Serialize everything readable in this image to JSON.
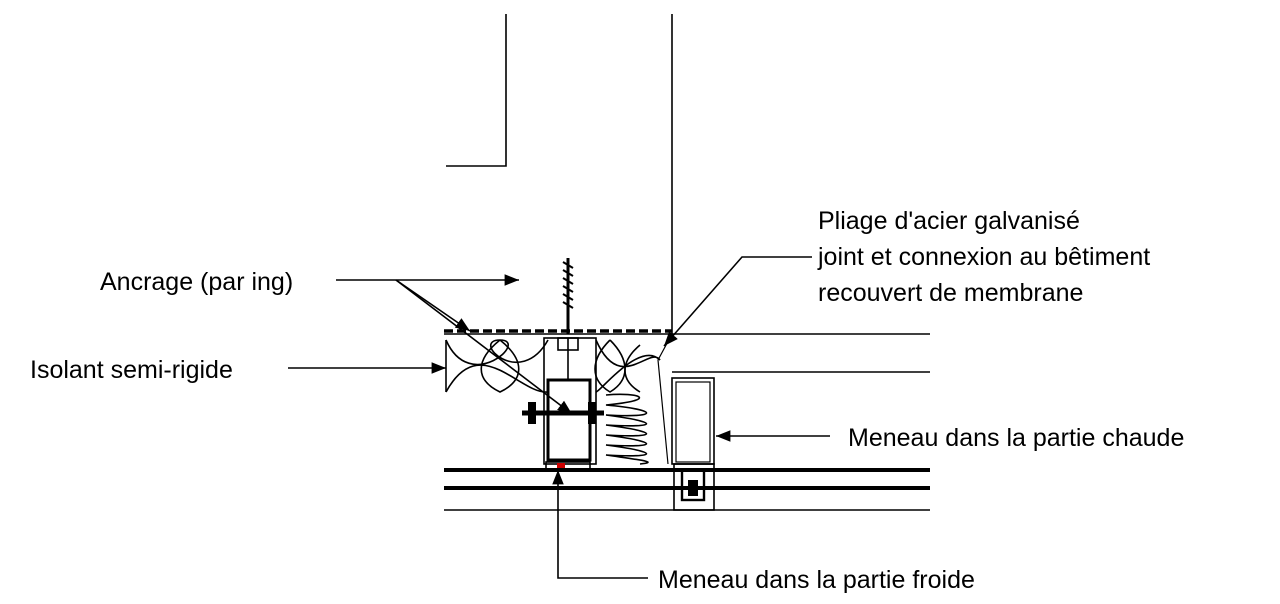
{
  "labels": {
    "anchor": "Ancrage (par ing)",
    "insulation": "Isolant semi-rigide",
    "flashing_line1": "Pliage d'acier galvanisé",
    "flashing_line2": "joint et connexion au bêtiment",
    "flashing_line3": "recouvert de membrane",
    "warm_mullion": "Meneau dans la partie chaude",
    "cold_mullion": "Meneau dans la partie froide"
  },
  "colors": {
    "line": "#000000",
    "seal_accent": "#cc0000",
    "background": "#ffffff"
  }
}
